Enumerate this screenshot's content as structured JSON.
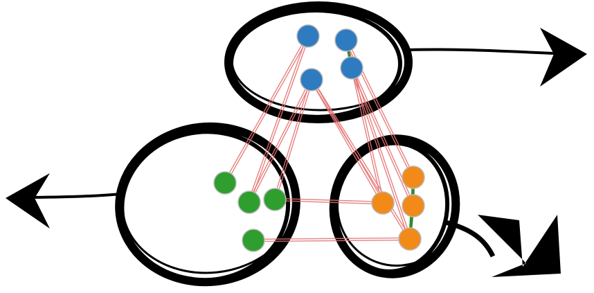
{
  "diagram": {
    "colors": {
      "outline": "#000000",
      "cluster_blue": "#2f7bbf",
      "cluster_green": "#2e9e2e",
      "cluster_orange": "#f28a1a",
      "node_border": "#b9b9b9",
      "intra_edge": "#2e8b2e",
      "inter_edge": "#e57373"
    },
    "clusters": [
      {
        "id": "top",
        "color": "cluster_blue",
        "node_count": 4,
        "arrow": "right"
      },
      {
        "id": "left",
        "color": "cluster_green",
        "node_count": 4,
        "arrow": "left"
      },
      {
        "id": "right",
        "color": "cluster_orange",
        "node_count": 4,
        "arrow": "down-right"
      }
    ],
    "intra_edges": [
      [
        "b2",
        "b3"
      ],
      [
        "o1",
        "o3"
      ],
      [
        "o1",
        "o4"
      ],
      [
        "o3",
        "o4"
      ]
    ],
    "inter_edges": [
      [
        "b1",
        "g1"
      ],
      [
        "b1",
        "g2"
      ],
      [
        "b4",
        "g2"
      ],
      [
        "b4",
        "g3"
      ],
      [
        "b4",
        "o2"
      ],
      [
        "b4",
        "o4"
      ],
      [
        "b2",
        "o1"
      ],
      [
        "b2",
        "o2"
      ],
      [
        "b3",
        "o3"
      ],
      [
        "b3",
        "o4"
      ],
      [
        "g3",
        "o2"
      ],
      [
        "g4",
        "o4"
      ]
    ]
  }
}
